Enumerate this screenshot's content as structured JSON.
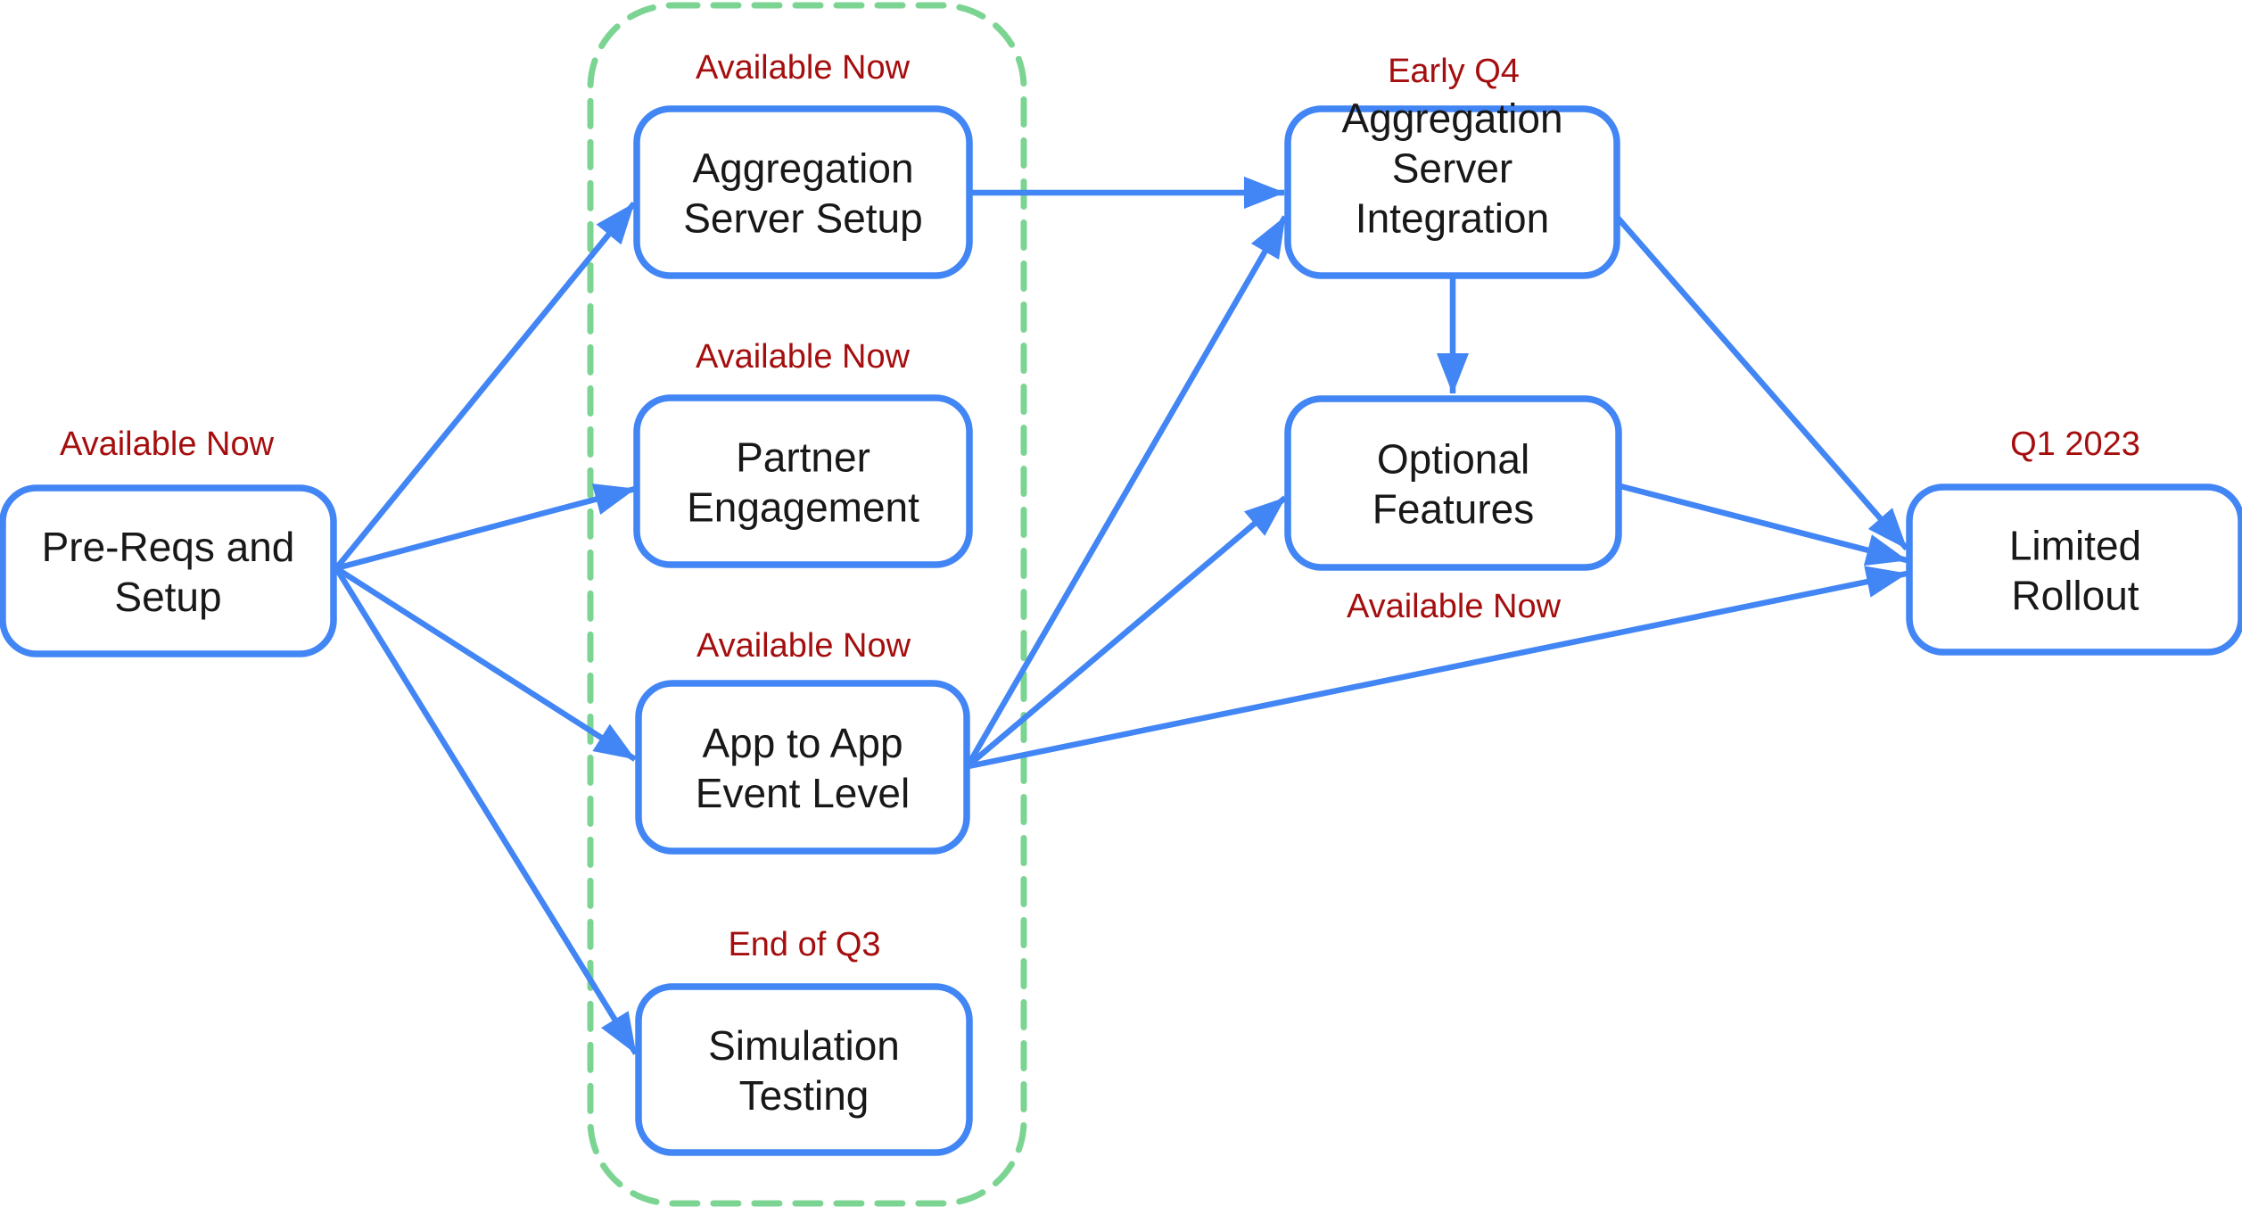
{
  "diagram": {
    "description": "Roadmap flowchart",
    "nodes": [
      {
        "id": "prereqs",
        "lines": [
          "Pre-Reqs and",
          "Setup"
        ],
        "status": "Available Now",
        "status_position": "above"
      },
      {
        "id": "agg-server-setup",
        "lines": [
          "Aggregation",
          "Server Setup"
        ],
        "status": "Available Now",
        "status_position": "above"
      },
      {
        "id": "partner-engagement",
        "lines": [
          "Partner",
          "Engagement"
        ],
        "status": "Available Now",
        "status_position": "above"
      },
      {
        "id": "app-to-app",
        "lines": [
          "App to App",
          "Event Level"
        ],
        "status": "Available Now",
        "status_position": "above"
      },
      {
        "id": "simulation-testing",
        "lines": [
          "Simulation",
          "Testing"
        ],
        "status": "End of Q3",
        "status_position": "above"
      },
      {
        "id": "agg-server-integration",
        "lines": [
          "Aggregation",
          "Server",
          "Integration"
        ],
        "status": "Early Q4",
        "status_position": "above"
      },
      {
        "id": "optional-features",
        "lines": [
          "Optional",
          "Features"
        ],
        "status": "Available Now",
        "status_position": "below"
      },
      {
        "id": "limited-rollout",
        "lines": [
          "Limited",
          "Rollout"
        ],
        "status": "Q1 2023",
        "status_position": "above"
      }
    ],
    "edges": [
      {
        "from": "prereqs",
        "to": "agg-server-setup"
      },
      {
        "from": "prereqs",
        "to": "partner-engagement"
      },
      {
        "from": "prereqs",
        "to": "app-to-app"
      },
      {
        "from": "prereqs",
        "to": "simulation-testing"
      },
      {
        "from": "agg-server-setup",
        "to": "agg-server-integration"
      },
      {
        "from": "app-to-app",
        "to": "agg-server-integration"
      },
      {
        "from": "app-to-app",
        "to": "optional-features"
      },
      {
        "from": "app-to-app",
        "to": "limited-rollout"
      },
      {
        "from": "agg-server-integration",
        "to": "optional-features"
      },
      {
        "from": "agg-server-integration",
        "to": "limited-rollout"
      },
      {
        "from": "optional-features",
        "to": "limited-rollout"
      }
    ],
    "group": {
      "style": "dashed",
      "contains": [
        "agg-server-setup",
        "partner-engagement",
        "app-to-app",
        "simulation-testing"
      ]
    }
  },
  "colors": {
    "node_border": "#4285F4",
    "arrow": "#4285F4",
    "node_text": "#181818",
    "status_text": "#A50E0E",
    "group_border": "#7CD493",
    "background": "#FFFFFF"
  }
}
